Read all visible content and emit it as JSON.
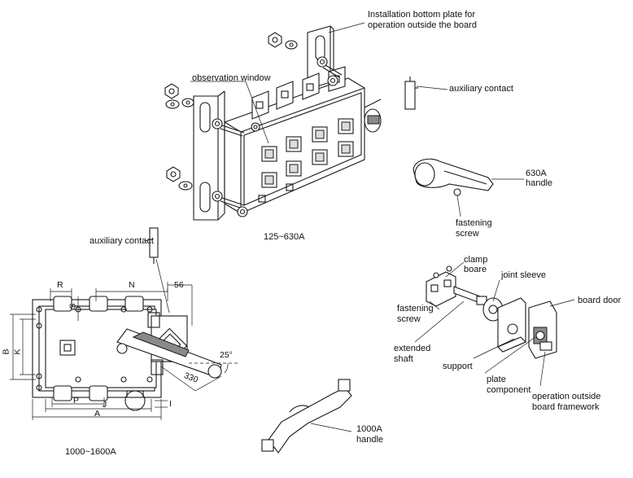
{
  "labels": {
    "install_plate_l1": "Installation bottom plate for",
    "install_plate_l2": "operation outside the board",
    "observation_window": "observation window",
    "aux_contact_top": "auxiliary contact",
    "handle_630_l1": "630A",
    "handle_630_l2": "handle",
    "fastening_screw_top_l1": "fastening",
    "fastening_screw_top_l2": "screw",
    "range_125_630": "125~630A",
    "aux_contact_left": "auxiliary contact",
    "clamp_boare_l1": "clamp",
    "clamp_boare_l2": "boare",
    "joint_sleeve": "joint sleeve",
    "board_door": "board door",
    "fastening_screw_mid_l1": "fastening",
    "fastening_screw_mid_l2": "screw",
    "extended_shaft_l1": "extended",
    "extended_shaft_l2": "shaft",
    "support": "support",
    "plate_component_l1": "plate",
    "plate_component_l2": "component",
    "op_outside_l1": "operation outside",
    "op_outside_l2": "board framework",
    "handle_1000_l1": "1000A",
    "handle_1000_l2": "handle",
    "range_1000_1600": "1000~1600A"
  },
  "dimensions": {
    "R": "R",
    "N": "N",
    "d56": "56",
    "S": "S",
    "B": "B",
    "K": "K",
    "angle": "25°",
    "d330": "330",
    "P": "P",
    "J": "J",
    "I": "I",
    "A": "A"
  }
}
